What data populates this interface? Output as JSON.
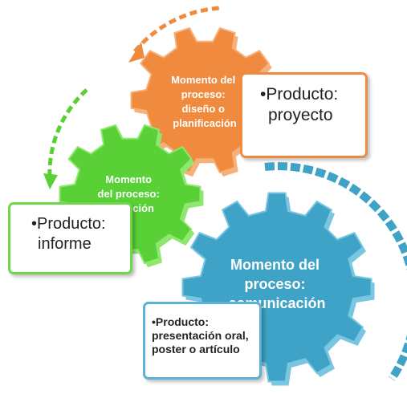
{
  "colors": {
    "orange": "#f08a3e",
    "orange_light": "#f6b07a",
    "green": "#58d036",
    "green_light": "#8ee76f",
    "blue": "#3fa3c8",
    "blue_light": "#79c6e2"
  },
  "gears": {
    "planning": {
      "lines": [
        "Momento del",
        "proceso:",
        "diseño o",
        "planificación"
      ]
    },
    "execution": {
      "lines": [
        "Momento",
        "del proceso:",
        "ejecución"
      ]
    },
    "communication": {
      "lines": [
        "Momento del",
        "proceso:",
        "comunicación"
      ]
    }
  },
  "products": {
    "planning": {
      "lines": [
        "•Producto:",
        "proyecto"
      ]
    },
    "execution": {
      "lines": [
        "•Producto:",
        "informe"
      ]
    },
    "communication": {
      "lines": [
        "•Producto:",
        "presentación oral,",
        "poster o artículo"
      ]
    }
  }
}
